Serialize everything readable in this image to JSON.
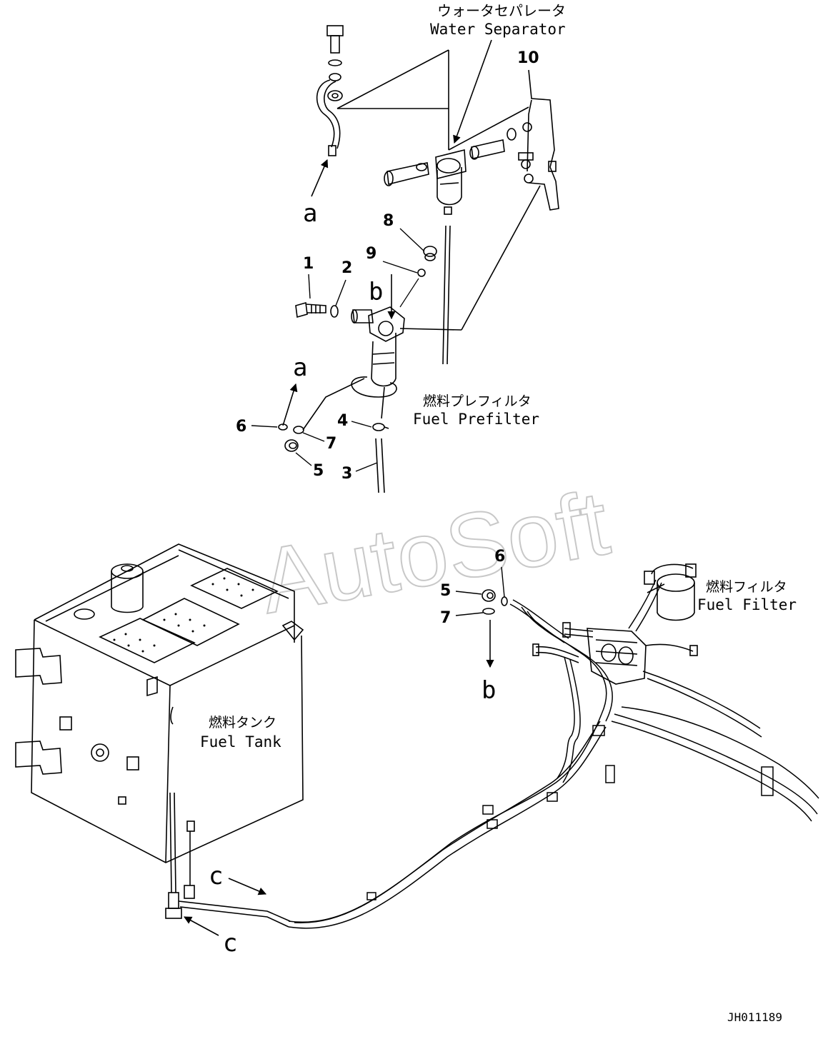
{
  "labels": {
    "water_separator_jp": "ウォータセパレータ",
    "water_separator_en": "Water Separator",
    "fuel_prefilter_jp": "燃料プレフィルタ",
    "fuel_prefilter_en": "Fuel Prefilter",
    "fuel_filter_jp": "燃料フィルタ",
    "fuel_filter_en": "Fuel Filter",
    "fuel_tank_jp": "燃料タンク",
    "fuel_tank_en": "Fuel Tank"
  },
  "callouts": {
    "n1": "1",
    "n2": "2",
    "n3": "3",
    "n4": "4",
    "n5": "5",
    "n6": "6",
    "n7": "7",
    "n8": "8",
    "n9": "9",
    "n10": "10",
    "n5b": "5",
    "n6b": "6",
    "n7b": "7"
  },
  "refs": {
    "a_top": "a",
    "a_mid": "a",
    "b_top": "b",
    "b_bottom": "b",
    "c_upper": "c",
    "c_lower": "c"
  },
  "watermark": "AutoSoft",
  "drawing_number": "JH011189"
}
